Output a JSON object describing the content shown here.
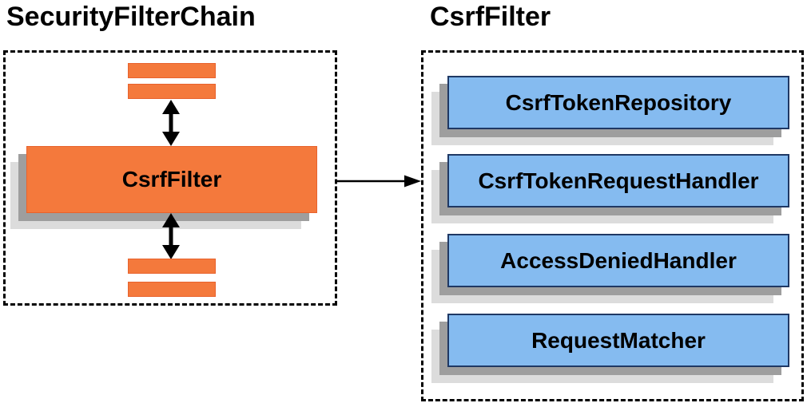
{
  "left_panel": {
    "title": "SecurityFilterChain",
    "filter_box_label": "CsrfFilter",
    "other_filters": "unlabeled-filter-bars"
  },
  "right_panel": {
    "title": "CsrfFilter",
    "components": [
      "CsrfTokenRepository",
      "CsrfTokenRequestHandler",
      "AccessDeniedHandler",
      "RequestMatcher"
    ]
  },
  "colors": {
    "orange": "#f4793c",
    "orange-border": "#e8622d",
    "blue-fill": "#85bbf0",
    "blue-border": "#1f3864",
    "shadow1": "#9e9e9e",
    "shadow2": "#dcdcdc",
    "ink": "#000000"
  }
}
